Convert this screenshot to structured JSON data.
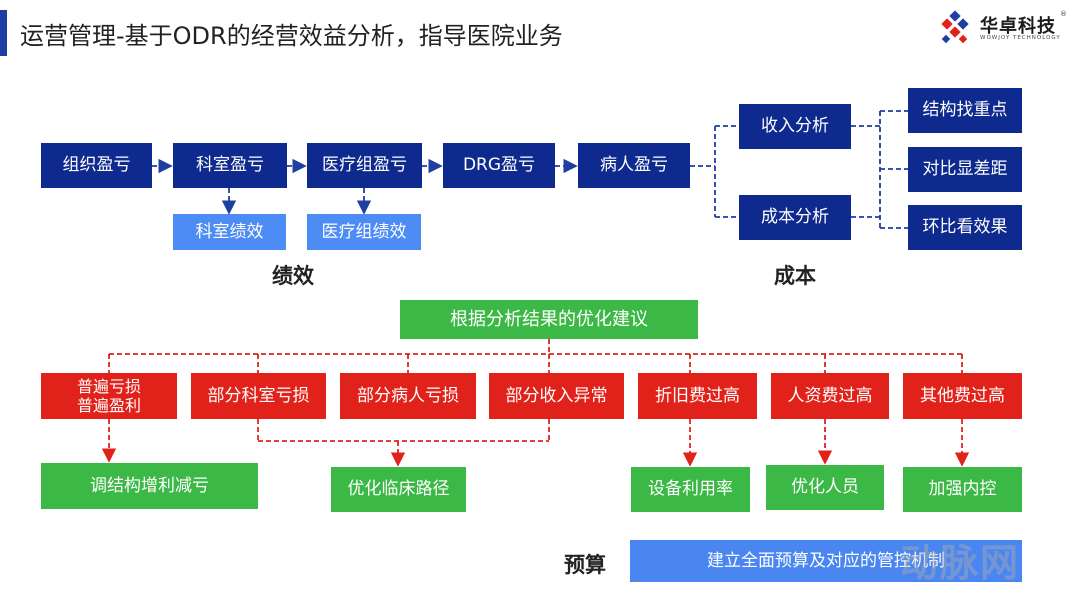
{
  "header": {
    "title": "运营管理-基于ODR的经营效益分析，指导医院业务",
    "logo_text": "华卓科技",
    "logo_sub": "WOWJOY TECHNOLOGY",
    "logo_reg": "®"
  },
  "diagram": {
    "chain": [
      "组织盈亏",
      "科室盈亏",
      "医疗组盈亏",
      "DRG盈亏",
      "病人盈亏"
    ],
    "performance": [
      "科室绩效",
      "医疗组绩效"
    ],
    "analysis": [
      "收入分析",
      "成本分析"
    ],
    "actions": [
      "结构找重点",
      "对比显差距",
      "环比看效果"
    ],
    "section_performance": "绩效",
    "section_cost": "成本",
    "suggestion": "根据分析结果的优化建议",
    "problems": [
      "普遍亏损\n普遍盈利",
      "部分科室亏损",
      "部分病人亏损",
      "部分收入异常",
      "折旧费过高",
      "人资费过高",
      "其他费过高"
    ],
    "solutions": [
      "调结构增利减亏",
      "优化临床路径",
      "设备利用率",
      "优化人员",
      "加强内控"
    ],
    "section_budget": "预算",
    "budget_box": "建立全面预算及对应的管控机制"
  },
  "watermark": "动脉网",
  "colors": {
    "navy": "#0f2a8f",
    "light_blue": "#4d8cf5",
    "red": "#e0221a",
    "green": "#3cb846",
    "budget_blue": "#4a86f0"
  }
}
